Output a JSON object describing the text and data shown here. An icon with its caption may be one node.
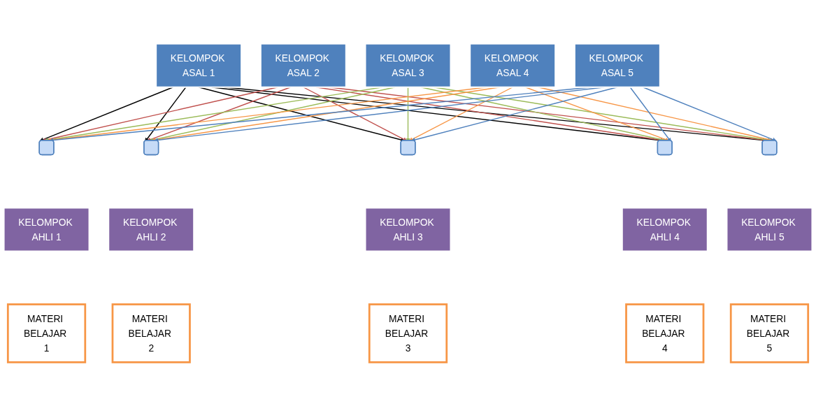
{
  "diagram": {
    "nodes": [
      {
        "text": [
          "KELOMPOK ASAL 1"
        ]
      },
      {
        "text": [
          "KELOMPOK ASAL 2"
        ]
      },
      {
        "text": [
          "KELOMPOK ASAL 3"
        ]
      },
      {
        "text": [
          "KELOMPOK ASAL 4"
        ]
      },
      {
        "text": [
          "KELOMPOK ASAL 5"
        ]
      },
      {
        "text": [],
        "shape": "box"
      },
      {
        "text": [],
        "shape": "box"
      },
      {
        "text": [],
        "shape": "box"
      },
      {
        "text": [],
        "shape": "box"
      },
      {
        "text": [],
        "shape": "box"
      },
      {
        "text": [
          "KELOMPOK AHLI 1"
        ]
      },
      {
        "text": [
          "KELOMPOK AHLI 2"
        ]
      },
      {
        "text": [
          "KELOMPOK AHLI 3"
        ]
      },
      {
        "text": [
          "KELOMPOK AHLI 4"
        ]
      },
      {
        "text": [
          "KELOMPOK AHLI 5"
        ]
      },
      {
        "text": [
          "MATERI BELAJAR 1"
        ]
      },
      {
        "text": [
          "MATERI BELAJAR 2"
        ]
      },
      {
        "text": [
          "MATERI BELAJAR 3"
        ]
      },
      {
        "text": [
          "MATERI BELAJAR 4"
        ]
      },
      {
        "text": [
          "MATERI BELAJAR 5"
        ]
      }
    ],
    "edges": [
      {
        "from": 0,
        "to": 5,
        "arrow": "to",
        "color": "#000000"
      },
      {
        "from": 0,
        "to": 6,
        "arrow": "to",
        "color": "#000000"
      },
      {
        "from": 0,
        "to": 7,
        "arrow": "to",
        "color": "#000000"
      },
      {
        "from": 0,
        "to": 8,
        "arrow": "to",
        "color": "#000000"
      },
      {
        "from": 0,
        "to": 9,
        "arrow": "to",
        "color": "#000000"
      },
      {
        "from": 1,
        "to": 5,
        "arrow": "to",
        "color": "#c0504d"
      },
      {
        "from": 1,
        "to": 6,
        "arrow": "to",
        "color": "#c0504d"
      },
      {
        "from": 1,
        "to": 7,
        "arrow": "to",
        "color": "#c0504d"
      },
      {
        "from": 1,
        "to": 8,
        "arrow": "to",
        "color": "#c0504d"
      },
      {
        "from": 1,
        "to": 9,
        "arrow": "to",
        "color": "#c0504d"
      },
      {
        "from": 2,
        "to": 5,
        "arrow": "to",
        "color": "#9bbb59"
      },
      {
        "from": 2,
        "to": 6,
        "arrow": "to",
        "color": "#9bbb59"
      },
      {
        "from": 2,
        "to": 7,
        "arrow": "to",
        "color": "#9bbb59"
      },
      {
        "from": 2,
        "to": 8,
        "arrow": "to",
        "color": "#9bbb59"
      },
      {
        "from": 2,
        "to": 9,
        "arrow": "to",
        "color": "#9bbb59"
      },
      {
        "from": 3,
        "to": 5,
        "arrow": "to",
        "color": "#f79646"
      },
      {
        "from": 3,
        "to": 6,
        "arrow": "to",
        "color": "#f79646"
      },
      {
        "from": 3,
        "to": 7,
        "arrow": "to",
        "color": "#f79646"
      },
      {
        "from": 3,
        "to": 8,
        "arrow": "to",
        "color": "#f79646"
      },
      {
        "from": 3,
        "to": 9,
        "arrow": "to",
        "color": "#f79646"
      },
      {
        "from": 4,
        "to": 5,
        "arrow": "to",
        "color": "#4f81bd"
      },
      {
        "from": 4,
        "to": 6,
        "arrow": "to",
        "color": "#4f81bd"
      },
      {
        "from": 4,
        "to": 7,
        "arrow": "to",
        "color": "#4f81bd"
      },
      {
        "from": 4,
        "to": 8,
        "arrow": "to",
        "color": "#4f81bd"
      },
      {
        "from": 4,
        "to": 9,
        "arrow": "to",
        "color": "#4f81bd"
      }
    ]
  }
}
